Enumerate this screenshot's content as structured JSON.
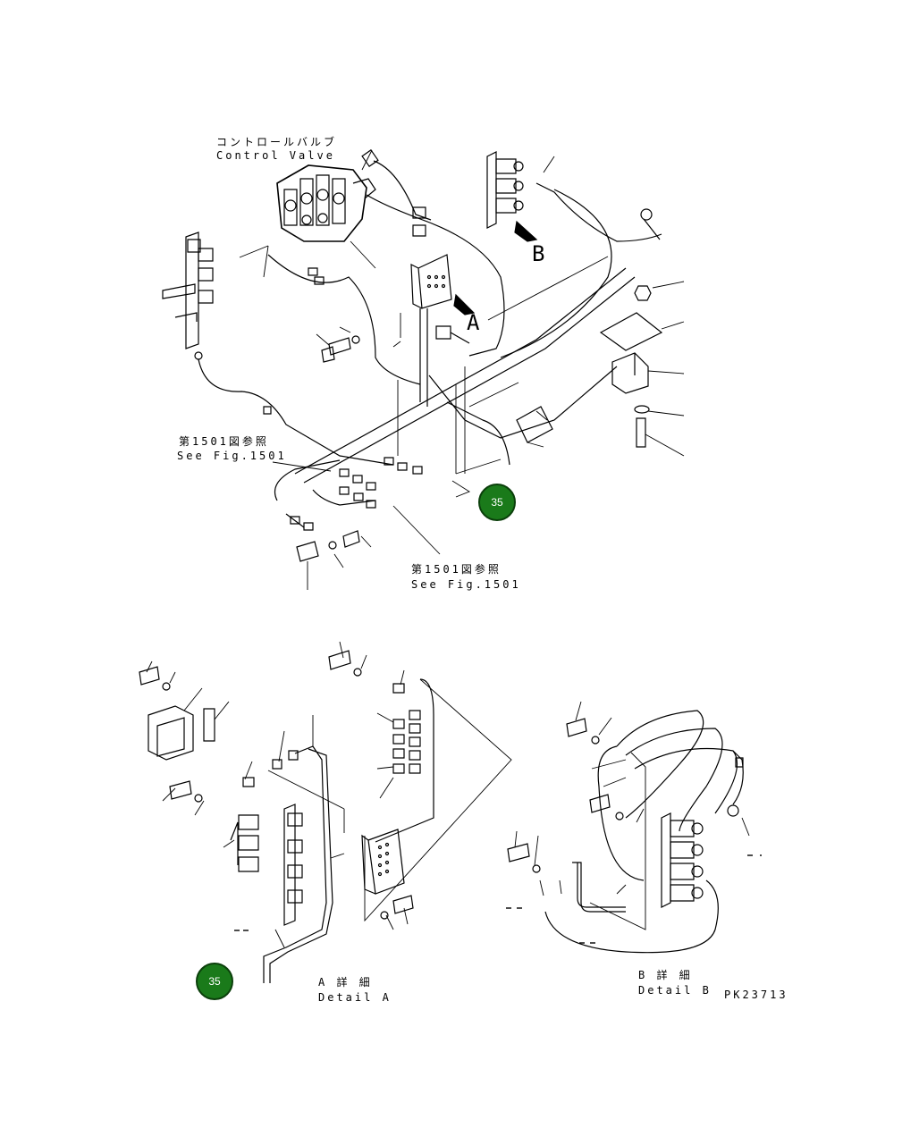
{
  "main_view": {
    "control_valve_jp": "コントロールバルブ",
    "control_valve_en": "Control Valve",
    "ref_upper_jp": "第1501図参照",
    "ref_upper_en": "See Fig.1501",
    "ref_lower_jp": "第1501図参照",
    "ref_lower_en": "See Fig.1501",
    "arrow_a": "A",
    "arrow_b": "B"
  },
  "detail_a": {
    "title_jp": "A 詳 細",
    "title_en": "Detail A"
  },
  "detail_b": {
    "title_jp": "B 詳 細",
    "title_en": "Detail B"
  },
  "drawing_number": "PK23713",
  "page_badges": [
    {
      "label": "35"
    },
    {
      "label": "35"
    }
  ],
  "colors": {
    "line": "#000000",
    "badge_fill": "#1a7a1a",
    "badge_text": "#ffffff"
  }
}
